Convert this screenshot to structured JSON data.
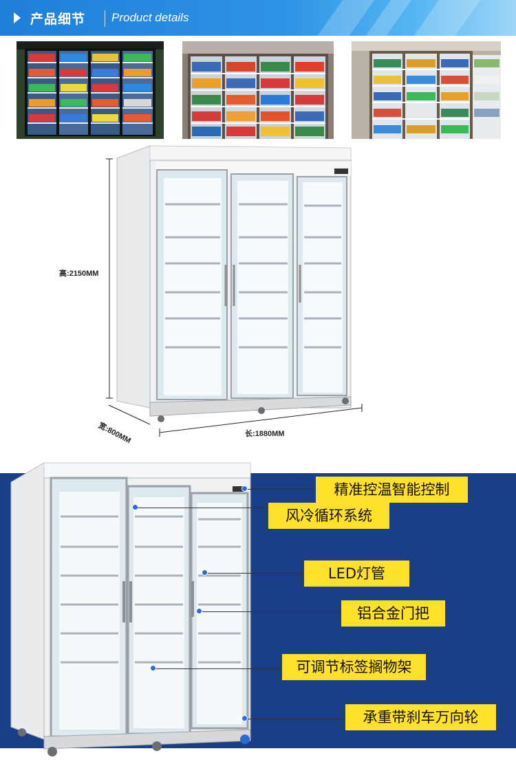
{
  "header": {
    "title_cn": "产品细节",
    "title_en": "Product details"
  },
  "dimensions": {
    "height": "高:2150MM",
    "width": "宽:800MM",
    "length": "长:1880MM"
  },
  "features": [
    {
      "label": "精准控温智能控制"
    },
    {
      "label": "风冷循环系统"
    },
    {
      "label": "LED灯管"
    },
    {
      "label": "铝合金门把"
    },
    {
      "label": "可调节标签搁物架"
    },
    {
      "label": "承重带刹车万向轮"
    }
  ],
  "colors": {
    "accent_blue": "#1f7fd8",
    "band_blue": "#1b3f86",
    "label_yellow": "#ffe02a"
  },
  "icons": [
    "chevron-right-icon"
  ]
}
